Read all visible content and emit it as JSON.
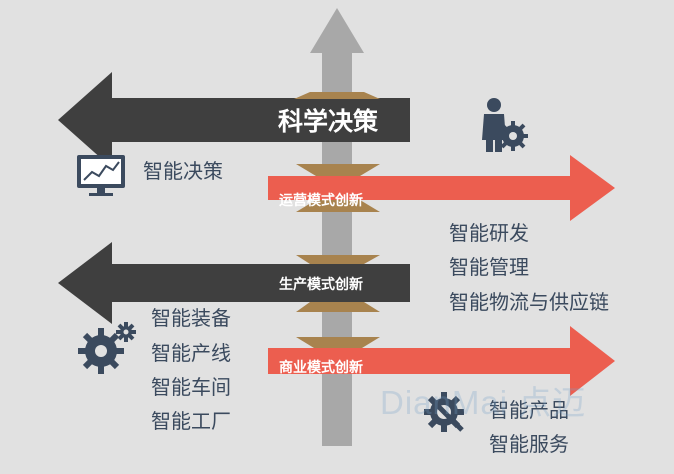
{
  "stages": {
    "decision": "科学决策",
    "operation": "运营模式创新",
    "production": "生产模式创新",
    "business": "商业模式创新"
  },
  "decision_items": [
    "智能决策"
  ],
  "operation_items": [
    "智能研发",
    "智能管理",
    "智能物流与供应链"
  ],
  "production_items": [
    "智能装备",
    "智能产线",
    "智能车间",
    "智能工厂"
  ],
  "business_items": [
    "智能产品",
    "智能服务"
  ],
  "watermark": "DianMai 点迈",
  "colors": {
    "background": "#e1e1e1",
    "dark_arrow": "#3f3f3f",
    "red_arrow": "#ec5e4f",
    "shaft": "#a8a8a8",
    "gold": "#a8834e",
    "text": "#3b4a5e"
  },
  "icons": [
    "monitor-chart-icon",
    "businessman-gear-icon",
    "gears-icon",
    "wrench-gear-icon"
  ]
}
